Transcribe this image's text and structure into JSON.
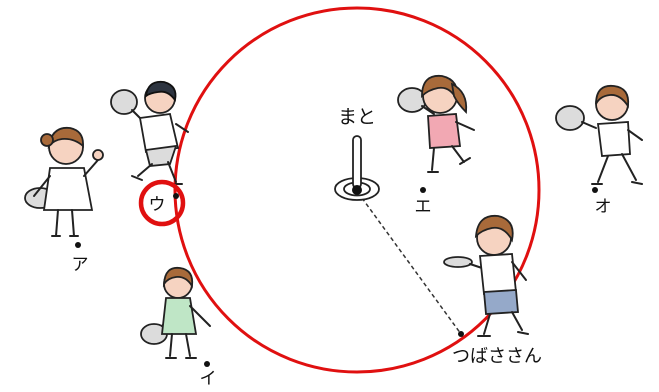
{
  "labels": {
    "target": "まと",
    "a": "ア",
    "i": "イ",
    "u": "ウ",
    "e": "エ",
    "o": "オ",
    "tsubasa": "つばささん"
  },
  "colors": {
    "circle": "#e01010",
    "highlight": "#e01010",
    "line": "#333333",
    "target_post": "#333333"
  },
  "icons": {
    "target": "target-post-icon",
    "children": [
      "child-a",
      "child-i",
      "child-u",
      "child-e",
      "child-o",
      "child-tsubasa"
    ]
  }
}
